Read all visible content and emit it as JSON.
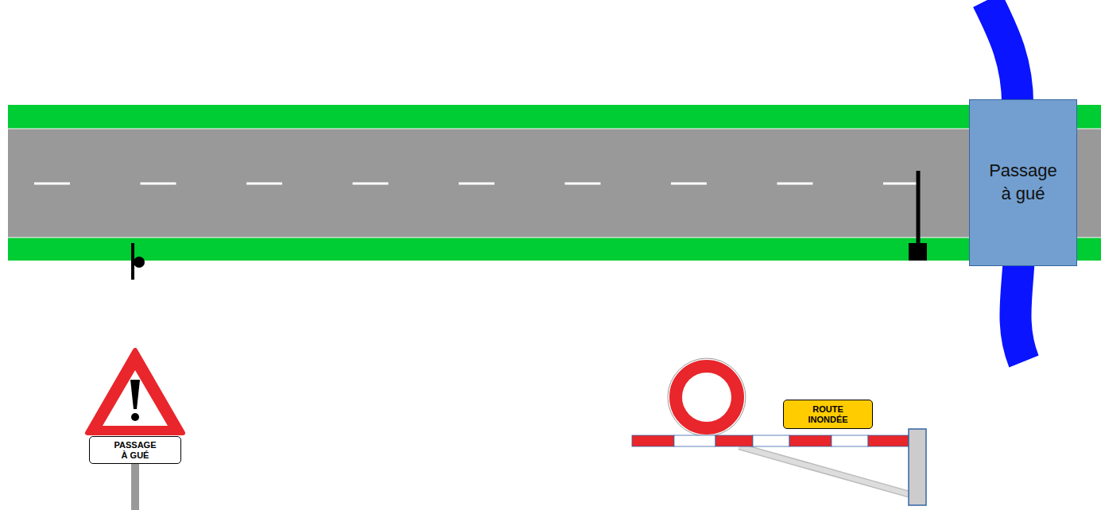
{
  "diagram": {
    "nodes": [
      {
        "text": [
          "Passage à gué"
        ]
      },
      {
        "text": [
          "PASSAGE À GUÉ"
        ]
      },
      {
        "text": [
          "ROUTE INONDÉE"
        ]
      }
    ]
  }
}
